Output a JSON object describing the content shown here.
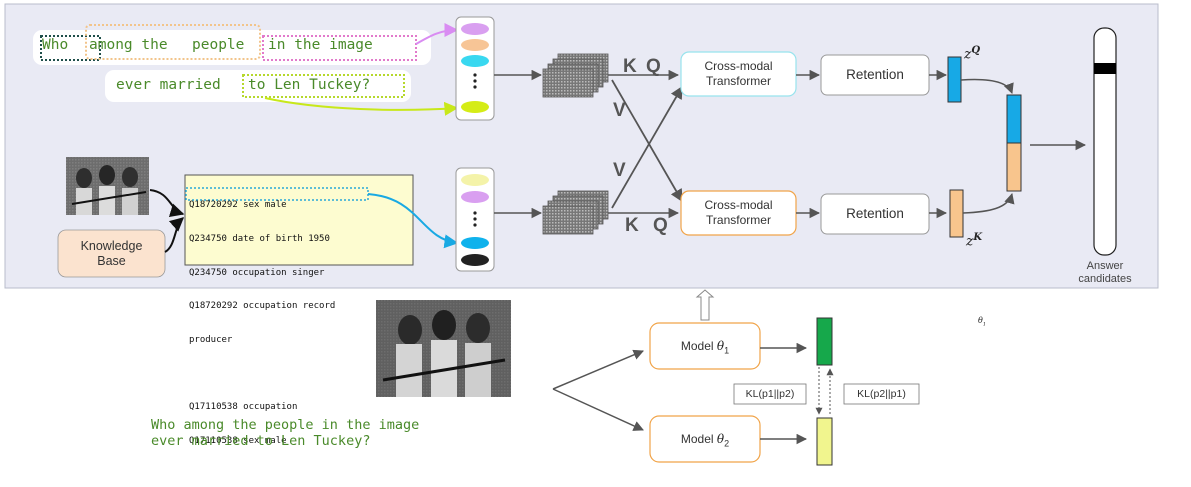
{
  "question_top": {
    "line1_seg1": "Who",
    "line1_seg2": "among the",
    "line1_seg3": "people",
    "line1_seg4": "in the image",
    "line2_seg1": "ever married",
    "line2_seg2": "to Len Tuckey?"
  },
  "kb_text_lines": [
    "Q18720292 sex male",
    "Q234750 date of birth 1950",
    "Q234750 occupation singer",
    "Q18720292 occupation record",
    "producer",
    "",
    "Q17110538 occupation",
    "Q17110538 sex male"
  ],
  "knowledge_base_label": "Knowledge\nBase",
  "letters": {
    "k_top": "K",
    "q_top": "Q",
    "v_upper": "V",
    "v_lower": "V",
    "k_bottom": "K",
    "q_bottom": "Q"
  },
  "cross_modal_label": "Cross-modal\nTransformer",
  "retention_label": "Retention",
  "z_q": {
    "base": "z",
    "sup": "Q"
  },
  "z_k": {
    "base": "z",
    "sup": "K"
  },
  "answer_label": "Answer\ncandidates",
  "model1": {
    "prefix": "Model ",
    "theta": "θ",
    "sub": "1"
  },
  "model2": {
    "prefix": "Model ",
    "theta": "θ",
    "sub": "2"
  },
  "kl1": "KL(p1||p2)",
  "kl2": "KL(p2||p1)",
  "theta_small": {
    "theta": "θ",
    "sub": "1"
  },
  "question_bottom": {
    "line1": "Who among the people in the image",
    "line2": "ever married to Len Tuckey?"
  },
  "colors": {
    "panel_bg": "#e9eaf4",
    "dot_purple": "#d99ff0",
    "dot_peach": "#f7c596",
    "dot_cyan": "#39d8f0",
    "dot_lime": "#d5ec16",
    "dot_pale_yellow": "#f4f3a9",
    "dot_blue": "#10b2ec",
    "dot_black": "#222222",
    "vec_blue": "#17a9e6",
    "vec_orange": "#f8c58d",
    "vec_green": "#16a84b",
    "vec_yellow": "#f1f58e",
    "kb_box": "#fdfcd0",
    "kb_label_bg": "#fbe3cf",
    "transformer_top_border": "#98e3ed",
    "transformer_bottom_border": "#f1a449",
    "model_border": "#f1a449"
  },
  "icons": [
    "band-photo-image",
    "tensor-stack-icon",
    "up-arrow-icon"
  ]
}
